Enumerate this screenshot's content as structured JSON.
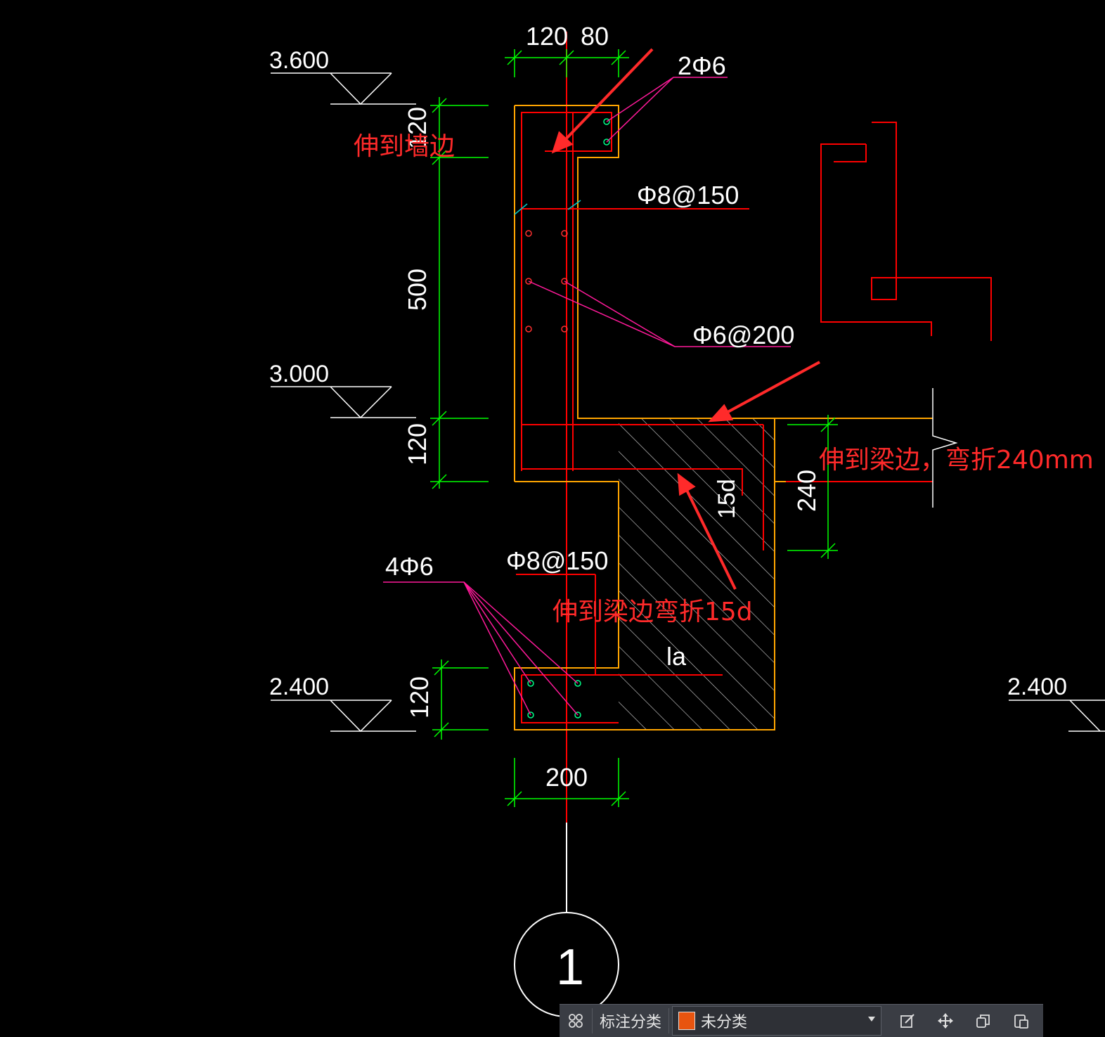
{
  "levels": {
    "l1": "3.600",
    "l2": "3.000",
    "l3": "2.400",
    "l4": "2.400"
  },
  "dims": {
    "top_left": "120",
    "top_right": "80",
    "v_top": "120",
    "v_500": "500",
    "v_120_mid": "120",
    "v_120_bot": "120",
    "v_240": "240",
    "bottom": "200",
    "fifteen_d": "15d"
  },
  "rebar": {
    "r1": "2Φ6",
    "r2": "Φ8@150",
    "r3": "Φ6@200",
    "r4": "4Φ6",
    "r5": "Φ8@150",
    "la": "la"
  },
  "annotations": {
    "a1": "伸到墙边",
    "a2": "伸到梁边，弯折240mm",
    "a3": "伸到梁边弯折15d"
  },
  "axis_label": "1",
  "colors": {
    "background": "#000000",
    "annotation": "#ff2a2a",
    "dim_line": "#00ff00",
    "outline": "#ffa500",
    "rebar": "#ff0000",
    "leader": "#ff00aa"
  },
  "toolbar": {
    "label": "标注分类",
    "dropdown_value": "未分类",
    "swatch_color": "#e8540f"
  }
}
